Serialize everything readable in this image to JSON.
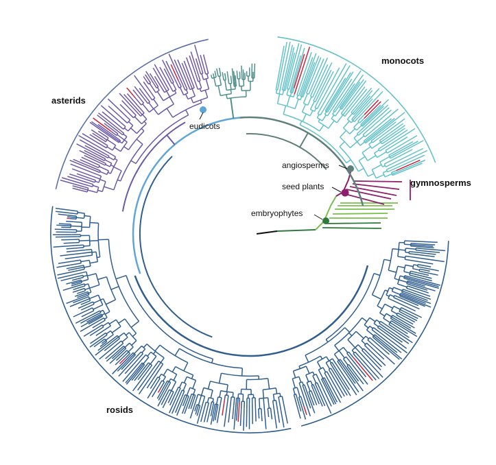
{
  "labels": {
    "monocots": "monocots",
    "asterids": "asterids",
    "eudicots": "eudicots",
    "angiosperms": "angiosperms",
    "seed_plants": "seed plants",
    "gymnosperms": "gymnosperms",
    "embryophytes": "embryophytes",
    "rosids": "rosids"
  },
  "colors": {
    "monocots": "#62c1c8",
    "asterids_arc": "#5a6ea8",
    "asterids_branches": "#6a5aa6",
    "eudicot_light": "#5fa6d6",
    "eudicot_teal": "#4f8f8a",
    "rosids": "#2e5d8e",
    "gymnosperms": "#8e1f6b",
    "embryophytes_dark": "#2f7a3a",
    "embryophytes_light": "#79bf4c",
    "highlight": "#c8223a",
    "outgroup": "#111111",
    "node_gray": "#5e7f7a"
  }
}
